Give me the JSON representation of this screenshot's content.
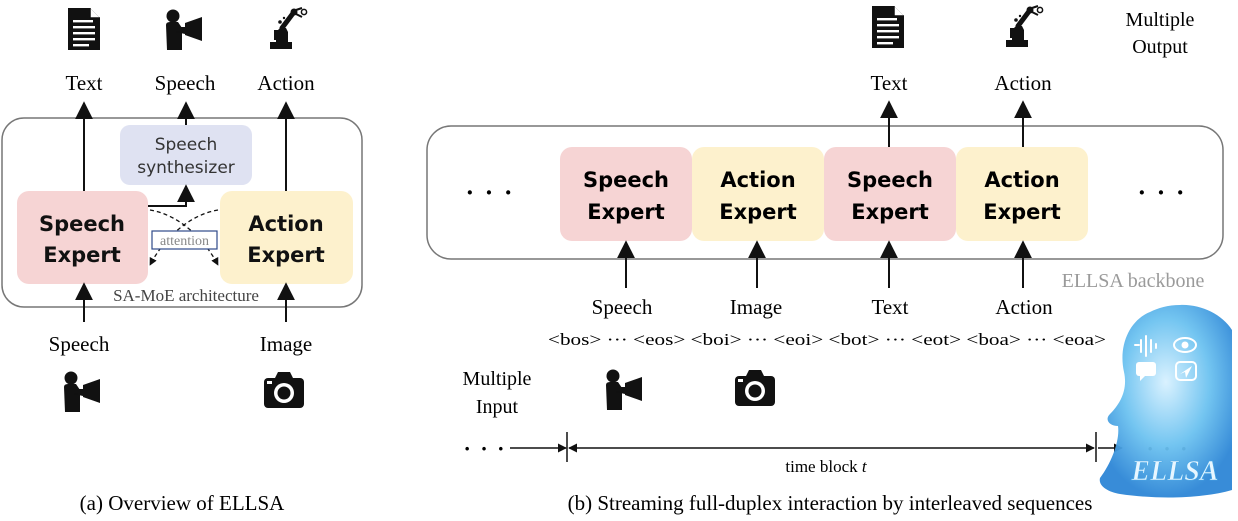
{
  "panel_a": {
    "outputs": {
      "text": "Text",
      "speech": "Speech",
      "action": "Action"
    },
    "speech_synth_line1": "Speech",
    "speech_synth_line2": "synthesizer",
    "speech_expert_line1": "Speech",
    "speech_expert_line2": "Expert",
    "action_expert_line1": "Action",
    "action_expert_line2": "Expert",
    "attention": "attention",
    "arch_label": "SA-MoE architecture",
    "inputs": {
      "speech": "Speech",
      "image": "Image"
    },
    "caption": "(a) Overview of ELLSA"
  },
  "panel_b": {
    "multiple_output_line1": "Multiple",
    "multiple_output_line2": "Output",
    "outputs": {
      "text": "Text",
      "action": "Action"
    },
    "ellipsis": "· · ·",
    "experts": [
      {
        "line1": "Speech",
        "line2": "Expert"
      },
      {
        "line1": "Action",
        "line2": "Expert"
      },
      {
        "line1": "Speech",
        "line2": "Expert"
      },
      {
        "line1": "Action",
        "line2": "Expert"
      }
    ],
    "backbone_label": "ELLSA backbone",
    "inputs": [
      "Speech",
      "Image",
      "Text",
      "Action"
    ],
    "token_row": "<bos> ··· <eos> <boi> ··· <eoi> <bot> ··· <eot> <boa> ··· <eoa>",
    "multiple_input_line1": "Multiple",
    "multiple_input_line2": "Input",
    "time_block_label": "time block",
    "time_block_var": "t",
    "logo_text": "ELLSA",
    "caption": "(b) Streaming full-duplex interaction by interleaved sequences"
  },
  "colors": {
    "speech_expert": "#f6d4d4",
    "action_expert": "#fdf1cd",
    "speech_synth": "#dfe2f2",
    "attention_border": "#2f4a8a",
    "backbone_label": "#9a9a9a",
    "logo_blue": "#4aa8e6"
  },
  "icons": [
    "document-icon",
    "speaker-megaphone-icon",
    "robot-arm-icon",
    "camera-icon",
    "ellsa-logo-icon"
  ]
}
